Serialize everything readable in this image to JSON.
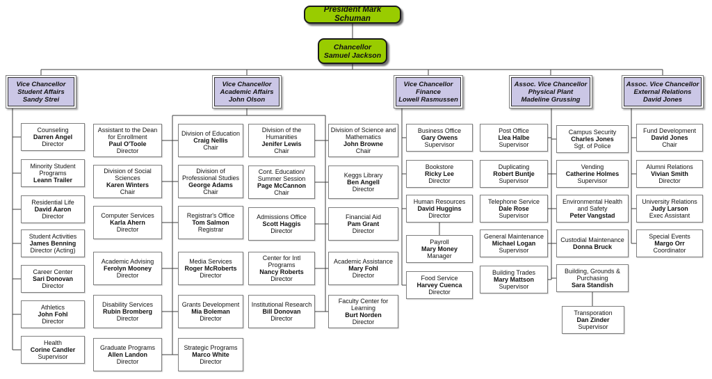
{
  "colors": {
    "exec_green": "#99cc00",
    "vc_purple": "#cbc7e6",
    "box_border": "#7d7d7d",
    "line": "#3c3c3c",
    "background": "#ffffff"
  },
  "nodes": {
    "president": {
      "label": "President Mark Schuman"
    },
    "chancellor": {
      "line1": "Chancellor",
      "line2": "Samuel Jackson"
    }
  },
  "vice_chancellors": [
    {
      "lines": [
        "Vice Chancellor",
        "Student Affairs",
        "Sandy Strei"
      ]
    },
    {
      "lines": [
        "Vice Chancellor",
        "Academic Affairs",
        "John Olson"
      ]
    },
    {
      "lines": [
        "Vice Chancellor",
        "Finance",
        "Lowell Rasmussen"
      ]
    },
    {
      "lines": [
        "Assoc. Vice Chancellor",
        "Physical Plant",
        "Madeline Grussing"
      ]
    },
    {
      "lines": [
        "Assoc. Vice Chancellor",
        "External Relations",
        "David Jones"
      ]
    }
  ],
  "columns": [
    {
      "reports_to": "Vice Chancellor Student Affairs",
      "boxes": [
        {
          "title": "Counseling",
          "name": "Darren Angel",
          "role": "Director"
        },
        {
          "title": "Minority Student Programs",
          "name": "Leann Trailer"
        },
        {
          "title": "Residential Life",
          "name": "David Aaron",
          "role": "Director"
        },
        {
          "title": "Student Activities",
          "name": "James Benning",
          "role": "Director (Acting)"
        },
        {
          "title": "Career Center",
          "name": "Sari Donovan",
          "role": "Director"
        },
        {
          "title": "Athletics",
          "name": "John Fohl",
          "role": "Director"
        },
        {
          "title": "Health",
          "name": "Corine Candler",
          "role": "Supervisor"
        }
      ]
    },
    {
      "reports_to": "Vice Chancellor Academic Affairs",
      "boxes": [
        {
          "title": "Assistant to the Dean for Enrollment",
          "name": "Paul O'Toole",
          "role": "Director"
        },
        {
          "title": "Division of Social Sciences",
          "name": "Karen Winters",
          "role": "Chair"
        },
        {
          "title": "Computer Services",
          "name": "Karla Ahern",
          "role": "Director"
        },
        {
          "title": "Academic Advising",
          "name": "Ferolyn Mooney",
          "role": "Director"
        },
        {
          "title": "Disability Services",
          "name": "Rubin Bromberg",
          "role": "Director"
        },
        {
          "title": "Graduate Programs",
          "name": "Allen Landon",
          "role": "Director"
        }
      ]
    },
    {
      "reports_to": "Vice Chancellor Academic Affairs",
      "boxes": [
        {
          "title": "Division of Education",
          "name": "Craig Nellis",
          "role": "Chair"
        },
        {
          "title": "Division of Professional Studies",
          "name": "George Adams",
          "role": "Chair"
        },
        {
          "title": "Registrar's Office",
          "name": "Tom Salmon",
          "role": "Registrar"
        },
        {
          "title": "Media Services",
          "name": "Roger McRoberts",
          "role": "Director"
        },
        {
          "title": "Grants Development",
          "name": "Mia Boleman",
          "role": "Director"
        },
        {
          "title": "Strategic Programs",
          "name": "Marco White",
          "role": "Director"
        }
      ]
    },
    {
      "reports_to": "Vice Chancellor Academic Affairs",
      "boxes": [
        {
          "title": "Division of the Humanities",
          "name": "Jenifer Lewis",
          "role": "Chair"
        },
        {
          "title": "Cont. Education/ Summer Session",
          "name": "Page McCannon",
          "role": "Chair"
        },
        {
          "title": "Admissions Office",
          "name": "Scott Haggis",
          "role": "Director"
        },
        {
          "title": "Center for Intl Programs",
          "name": "Nancy Roberts",
          "role": "Director"
        },
        {
          "title": "Institutional Research",
          "name": "Bill Donovan",
          "role": "Director"
        }
      ]
    },
    {
      "reports_to": "Vice Chancellor Academic Affairs",
      "boxes": [
        {
          "title": "Division of Science and Mathematics",
          "name": "John Browne",
          "role": "Chair"
        },
        {
          "title": "Keggs Library",
          "name": "Ben Angell",
          "role": "Director"
        },
        {
          "title": "Financial Aid",
          "name": "Pam Grant",
          "role": "Director"
        },
        {
          "title": "Academic Assistance",
          "name": "Mary Fohl",
          "role": "Director"
        },
        {
          "title": "Faculty Center for Learning",
          "name": "Burt Norden",
          "role": "Director"
        }
      ]
    },
    {
      "reports_to": "Vice Chancellor Finance",
      "boxes": [
        {
          "title": "Business Office",
          "name": "Gary Owens",
          "role": "Supervisor"
        },
        {
          "title": "Bookstore",
          "name": "Ricky Lee",
          "role": "Director"
        },
        {
          "title": "Human Resources",
          "name": "David Huggins",
          "role": "Director"
        },
        {
          "title": "Payroll",
          "name": "Mary Money",
          "role": "Manager"
        },
        {
          "title": "Food Service",
          "name": "Harvey Cuenca",
          "role": "Director"
        }
      ]
    },
    {
      "reports_to": "Assoc. Vice Chancellor Physical Plant",
      "boxes": [
        {
          "title": "Post Office",
          "name": "Llea Halbe",
          "role": "Supervisor"
        },
        {
          "title": "Duplicating",
          "name": "Robert Buntje",
          "role": "Supervisor"
        },
        {
          "title": "Telephone Service",
          "name": "Dale Rose",
          "role": "Supervisor"
        },
        {
          "title": "General Maintenance",
          "name": "Michael Logan",
          "role": "Supervisor"
        },
        {
          "title": "Building Trades",
          "name": "Mary Mattson",
          "role": "Supervisor"
        }
      ]
    },
    {
      "reports_to": "Assoc. Vice Chancellor Physical Plant",
      "boxes": [
        {
          "title": "Campus Security",
          "name": "Charles Jones",
          "role": "Sgt. of Police"
        },
        {
          "title": "Vending",
          "name": "Catherine Holmes",
          "role": "Supervisor"
        },
        {
          "title": "Environmental Health and Safety",
          "name": "Peter Vangstad"
        },
        {
          "title": "Custodial Maintenance",
          "name": "Donna Bruck"
        },
        {
          "title": "Building, Grounds & Purchasing",
          "name": "Sara Standish"
        },
        {
          "title": "Transporation",
          "name": "Dan Zinder",
          "role": "Supervisor"
        }
      ]
    },
    {
      "reports_to": "Assoc. Vice Chancellor External Relations",
      "boxes": [
        {
          "title": "Fund Development",
          "name": "David Jones",
          "role": "Chair"
        },
        {
          "title": "Alumni Relations",
          "name": "Vivian Smith",
          "role": "Director"
        },
        {
          "title": "University Relations",
          "name": "Judy Larson",
          "role": "Exec Assistant"
        },
        {
          "title": "Special Events",
          "name": "Margo Orr",
          "role": "Coordinator"
        }
      ]
    }
  ]
}
